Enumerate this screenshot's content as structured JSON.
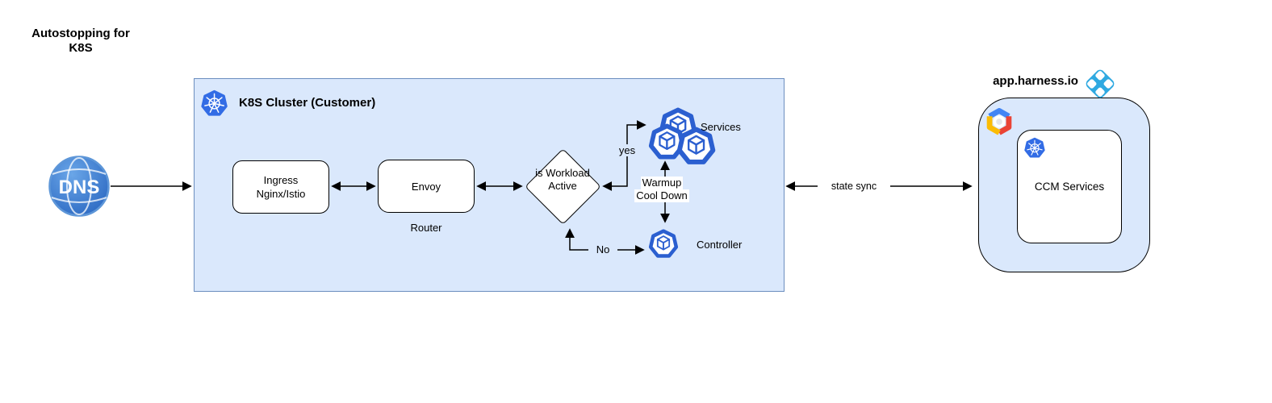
{
  "title": "Autostopping for K8S",
  "dns": {
    "label": "DNS"
  },
  "cluster": {
    "title": "K8S Cluster (Customer)",
    "ingress_label": "Ingress Nginx/Istio",
    "envoy_label": "Envoy",
    "router_label": "Router",
    "decision_label": "is Workload Active",
    "services_label": "Services",
    "controller_label": "Controller",
    "yes_label": "yes",
    "no_label": "No",
    "warmup_label": "Warmup",
    "cooldown_label": "Cool Down"
  },
  "sync_label": "state sync",
  "harness": {
    "domain_label": "app.harness.io",
    "ccm_label": "CCM Services"
  },
  "icons": {
    "dns": "globe-dns-icon",
    "cluster_logo": "kubernetes-icon",
    "services": "k8s-pod-group-icon",
    "controller": "k8s-pod-icon",
    "gcp": "google-cloud-icon",
    "harness_logo": "harness-logo-icon",
    "ccm_logo": "kubernetes-icon"
  },
  "colors": {
    "cluster_fill": "#dae8fc",
    "cluster_border": "#6c8ebf",
    "harness_fill": "#dae8fc",
    "node_border": "#000000",
    "arrow": "#000000",
    "pod_blue": "#2b5fd0",
    "k8s_blue": "#326ce5",
    "harness_blue": "#2fa9e1",
    "gcp_blue": "#4285f4",
    "gcp_red": "#ea4335",
    "gcp_yellow": "#fbbc05",
    "dns_blue": "#3c78c9"
  }
}
